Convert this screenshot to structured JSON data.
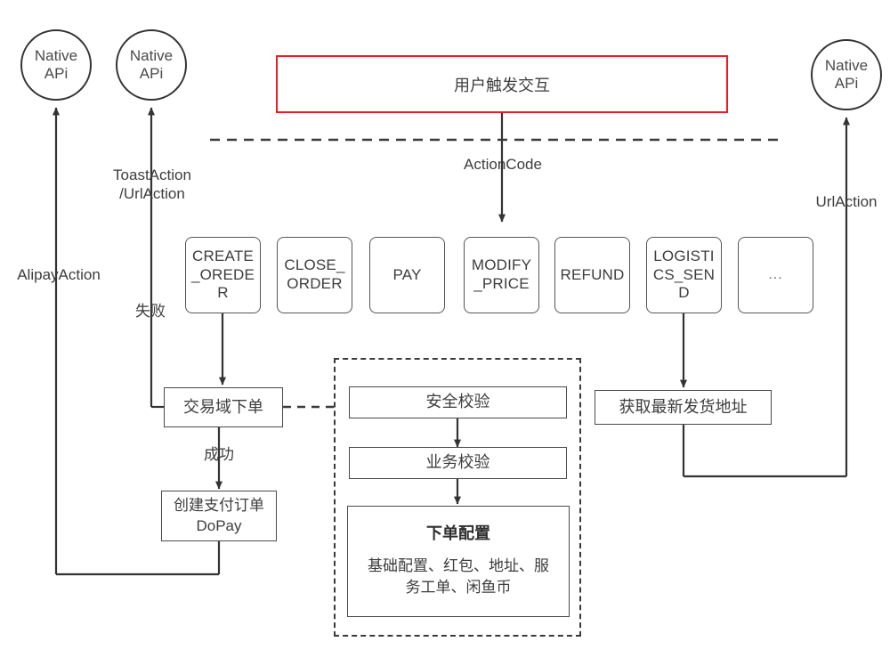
{
  "diagram": {
    "title_box": {
      "label": "用户触发交互",
      "border_color": "#ee1b24"
    },
    "native_api_nodes": [
      {
        "id": "native-api-left",
        "label": "Native\nAPi"
      },
      {
        "id": "native-api-mid",
        "label": "Native\nAPi"
      },
      {
        "id": "native-api-right",
        "label": "Native\nAPi"
      }
    ],
    "edge_labels": {
      "alipay_action": "AlipayAction",
      "toast_url_action": "ToastAction\n/UrlAction",
      "action_code": "ActionCode",
      "url_action": "UrlAction",
      "fail": "失败",
      "success": "成功"
    },
    "action_codes": [
      {
        "id": "create-oreder",
        "label": "CREATE_OREDER"
      },
      {
        "id": "close-order",
        "label": "CLOSE_ORDER"
      },
      {
        "id": "pay",
        "label": "PAY"
      },
      {
        "id": "modify-price",
        "label": "MODIFY_PRICE"
      },
      {
        "id": "refund",
        "label": "REFUND"
      },
      {
        "id": "logistics-send",
        "label": "LOGISTICS_SEND"
      },
      {
        "id": "more",
        "label": "..."
      }
    ],
    "process_nodes": {
      "trade_order": "交易域下单",
      "create_pay_order": "创建支付订单DoPay",
      "get_shipping_address": "获取最新发货地址",
      "security_check": "安全校验",
      "business_check": "业务校验",
      "order_config_title": "下单配置",
      "order_config_body": "基础配置、红包、地址、服务工单、闲鱼币"
    }
  }
}
